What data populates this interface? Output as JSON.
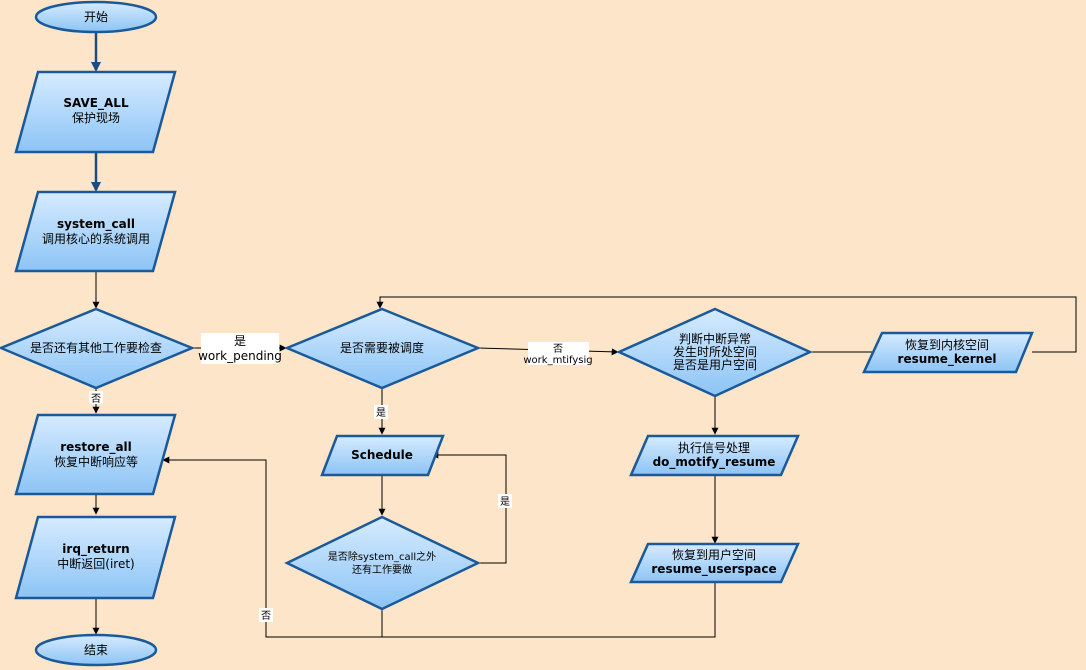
{
  "nodes": {
    "start": {
      "text": "开始"
    },
    "save_all": {
      "line1": "SAVE_ALL",
      "line2": "保护现场"
    },
    "system_call": {
      "line1": "system_call",
      "line2": "调用核心的系统调用"
    },
    "check_work": {
      "text": "是否还有其他工作要检查"
    },
    "restore_all": {
      "line1": "restore_all",
      "line2": "恢复中断响应等"
    },
    "irq_return": {
      "line1": "irq_return",
      "line2": "中断返回(iret)"
    },
    "end": {
      "text": "结束"
    },
    "need_resched": {
      "text": "是否需要被调度"
    },
    "schedule": {
      "text": "Schedule"
    },
    "other_work": {
      "line1": "是否除system_call之外",
      "line2": "还有工作要做"
    },
    "judge_space": {
      "line1": "判断中断异常",
      "line2": "发生时所处空间",
      "line3": "是否是用户空间"
    },
    "resume_kernel": {
      "line1": "恢复到内核空间",
      "line2": "resume_kernel"
    },
    "signal": {
      "line1": "执行信号处理",
      "line2": "do_motify_resume"
    },
    "resume_user": {
      "line1": "恢复到用户空间",
      "line2": "resume_userspace"
    }
  },
  "edge_labels": {
    "check_yes": "是",
    "work_pending": "work_pending",
    "check_no": "否",
    "resched_no": "否",
    "work_mtifysig": "work_mtifysig",
    "resched_yes": "是",
    "other_yes": "是",
    "other_no": "否"
  },
  "colors": {
    "background": "#fde5c9",
    "node_fill_top": "#d6ebff",
    "node_fill_bottom": "#8cc4f5",
    "node_stroke": "#1a5a9a"
  }
}
